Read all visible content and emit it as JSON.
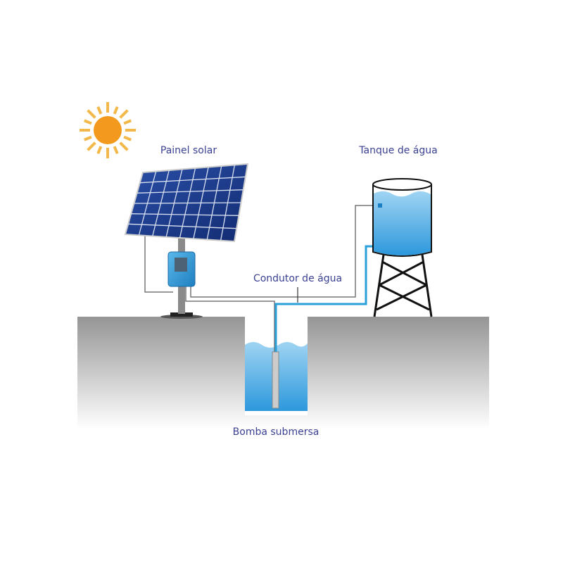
{
  "labels": {
    "solar_panel": "Painel solar",
    "water_tank": "Tanque de água",
    "water_pipe": "Condutor de água",
    "submersible_pump": "Bomba submersa"
  },
  "colors": {
    "label_text": "#3b4192",
    "sun": "#f39a1e",
    "sun_rays": "#f2b84a",
    "panel": "#1e3a8a",
    "water": "#4aaee6",
    "pipe": "#2a9fd8",
    "wire": "#777777",
    "ground_top": "#9a9a9a"
  }
}
